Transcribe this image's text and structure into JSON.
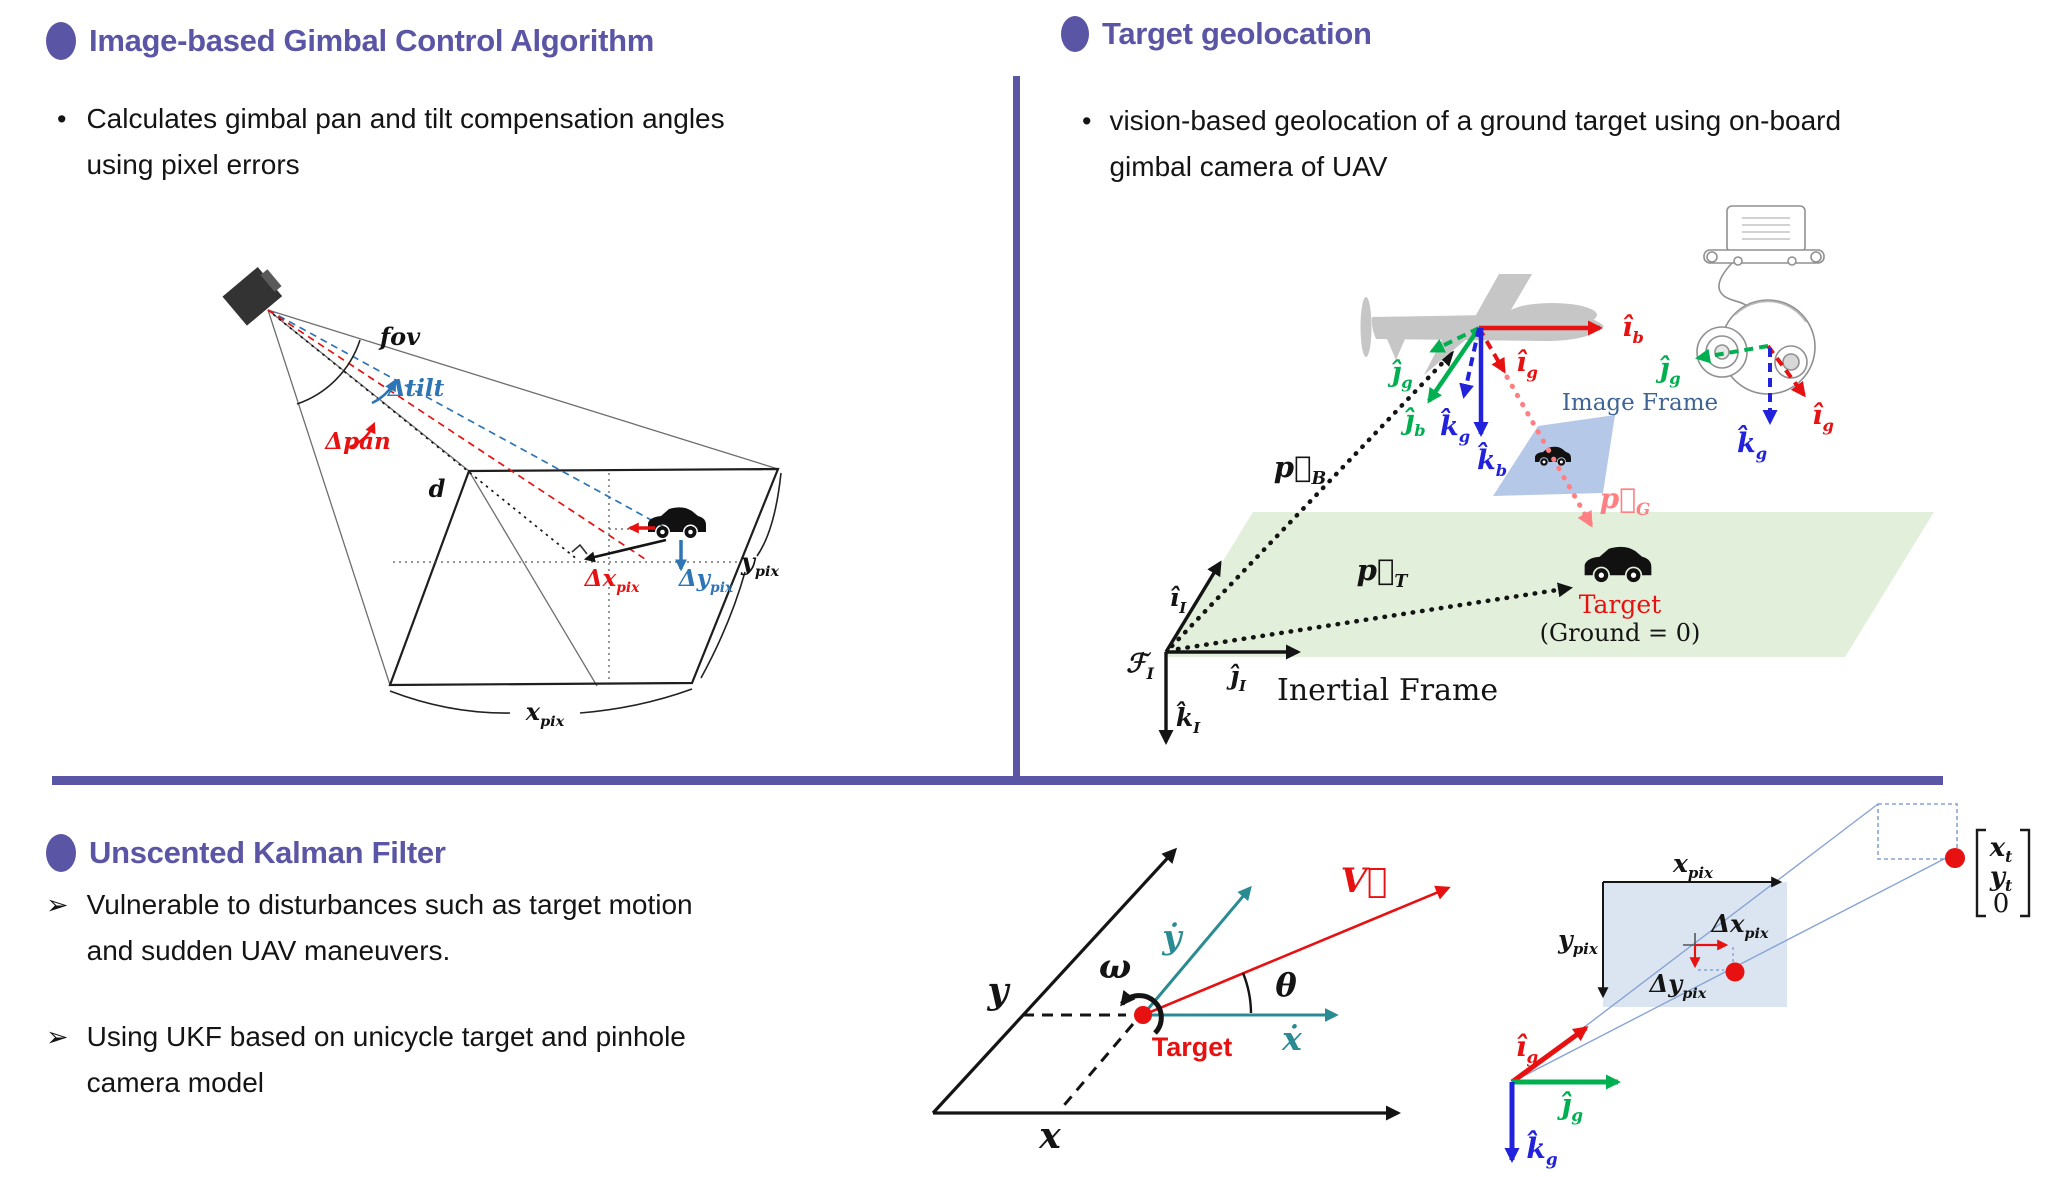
{
  "colors": {
    "accent_purple": "#5b55a5",
    "vector_red": "#e81111",
    "vector_blue": "#2222dd",
    "vector_green": "#00b050",
    "vector_teal": "#2b8b93",
    "vector_pink": "#ff7f82",
    "steel_blue": "#2e75b6",
    "image_frame_fill": "#b6c8e8",
    "pixel_frame_fill": "#dbe5f1",
    "ground_plane_fill": "#e2efda",
    "sight_line_blue": "#88a4d6",
    "uav_gray": "#c6c6c6",
    "text_black": "#141414"
  },
  "sections": {
    "left": {
      "title": "Image-based Gimbal Control Algorithm",
      "bullet_marker": "•",
      "bullet_lines": [
        "Calculates gimbal pan and tilt compensation angles",
        "using pixel errors"
      ]
    },
    "right": {
      "title": "Target geolocation",
      "bullet_marker": "•",
      "bullet_lines": [
        "vision-based geolocation of a ground target using on-board",
        "gimbal camera of UAV"
      ]
    },
    "bottom": {
      "title": "Unscented Kalman Filter",
      "bullets": [
        {
          "marker": "➢",
          "lines": [
            "Vulnerable to disturbances such as target motion",
            "and sudden UAV maneuvers."
          ]
        },
        {
          "marker": "➢",
          "lines": [
            "Using UKF based on unicycle target and pinhole",
            "camera model"
          ]
        }
      ]
    }
  },
  "math": {
    "fov": {
      "main": "fov"
    },
    "delta_tilt": {
      "main": "Δtilt"
    },
    "delta_pan": {
      "main": "Δpan"
    },
    "d": {
      "main": "d"
    },
    "delta_x_pix": {
      "main": "Δx",
      "sub": "pix"
    },
    "delta_y_pix": {
      "main": "Δy",
      "sub": "pix"
    },
    "x_pix": {
      "main": "x",
      "sub": "pix"
    },
    "y_pix": {
      "main": "y",
      "sub": "pix"
    },
    "i_b": {
      "main": "î",
      "sub": "b"
    },
    "i_g": {
      "main": "î",
      "sub": "g"
    },
    "j_b": {
      "main": "ĵ",
      "sub": "b"
    },
    "j_g": {
      "main": "ĵ",
      "sub": "g"
    },
    "k_b": {
      "main": "k̂",
      "sub": "b"
    },
    "k_g": {
      "main": "k̂",
      "sub": "g"
    },
    "i_I": {
      "main": "î",
      "sub": "I"
    },
    "j_I": {
      "main": "ĵ",
      "sub": "I"
    },
    "k_I": {
      "main": "k̂",
      "sub": "I"
    },
    "F_I": {
      "main": "ℱ",
      "sub": "I"
    },
    "p_B": {
      "main": "p⃗",
      "sub": "B"
    },
    "p_T": {
      "main": "p⃗",
      "sub": "T"
    },
    "p_G": {
      "main": "p⃗",
      "sub": "G"
    },
    "x": {
      "main": "x"
    },
    "y": {
      "main": "y"
    },
    "x_dot": {
      "main": "ẋ"
    },
    "y_dot": {
      "main": "ẏ"
    },
    "omega": {
      "main": "ω"
    },
    "theta": {
      "main": "θ"
    },
    "V": {
      "main": "V⃗"
    },
    "x_t": {
      "main": "x",
      "sub": "t"
    },
    "y_t": {
      "main": "y",
      "sub": "t"
    },
    "zero": {
      "main": "0"
    }
  },
  "geo": {
    "image_frame_label": "Image Frame",
    "inertial_frame_label": "Inertial Frame",
    "target_label": "Target",
    "ground_label": "(Ground = 0)"
  },
  "unicycle": {
    "target_label": "Target"
  }
}
